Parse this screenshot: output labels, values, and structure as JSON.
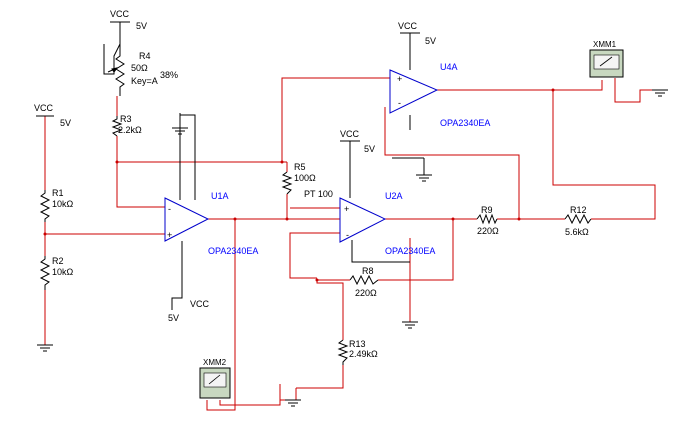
{
  "colors": {
    "wire": "#cc0000",
    "black": "#000000",
    "opamp": "#0000cc",
    "label_blue": "#0000ff"
  },
  "supply": {
    "top_left": {
      "name": "VCC",
      "volt": "5V"
    },
    "left": {
      "name": "VCC",
      "volt": "5V"
    },
    "u4": {
      "name": "VCC",
      "volt": "5V"
    },
    "u2": {
      "name": "VCC",
      "volt": "5V"
    },
    "u1_neg": {
      "name": "VCC",
      "volt": "5V"
    }
  },
  "resistors": {
    "r4": {
      "name": "R4",
      "value": "50Ω",
      "key": "Key=A",
      "percent": "38%"
    },
    "r3": {
      "name": "R3",
      "value": "2.2kΩ"
    },
    "r1": {
      "name": "R1",
      "value": "10kΩ"
    },
    "r2": {
      "name": "R2",
      "value": "10kΩ"
    },
    "r5": {
      "name": "R5",
      "value": "100Ω",
      "extra": "PT 100"
    },
    "r8": {
      "name": "R8",
      "value": "220Ω"
    },
    "r9": {
      "name": "R9",
      "value": "220Ω"
    },
    "r12": {
      "name": "R12",
      "value": "5.6kΩ"
    },
    "r13": {
      "name": "R13",
      "value": "2.49kΩ"
    }
  },
  "opamps": {
    "u1": {
      "name": "U1A",
      "part": "OPA2340EA"
    },
    "u2": {
      "name": "U2A",
      "part": "OPA2340EA"
    },
    "u4": {
      "name": "U4A",
      "part": "OPA2340EA"
    }
  },
  "meters": {
    "xmm1": "XMM1",
    "xmm2": "XMM2"
  },
  "pins": {
    "plus": "+",
    "minus": "-"
  }
}
